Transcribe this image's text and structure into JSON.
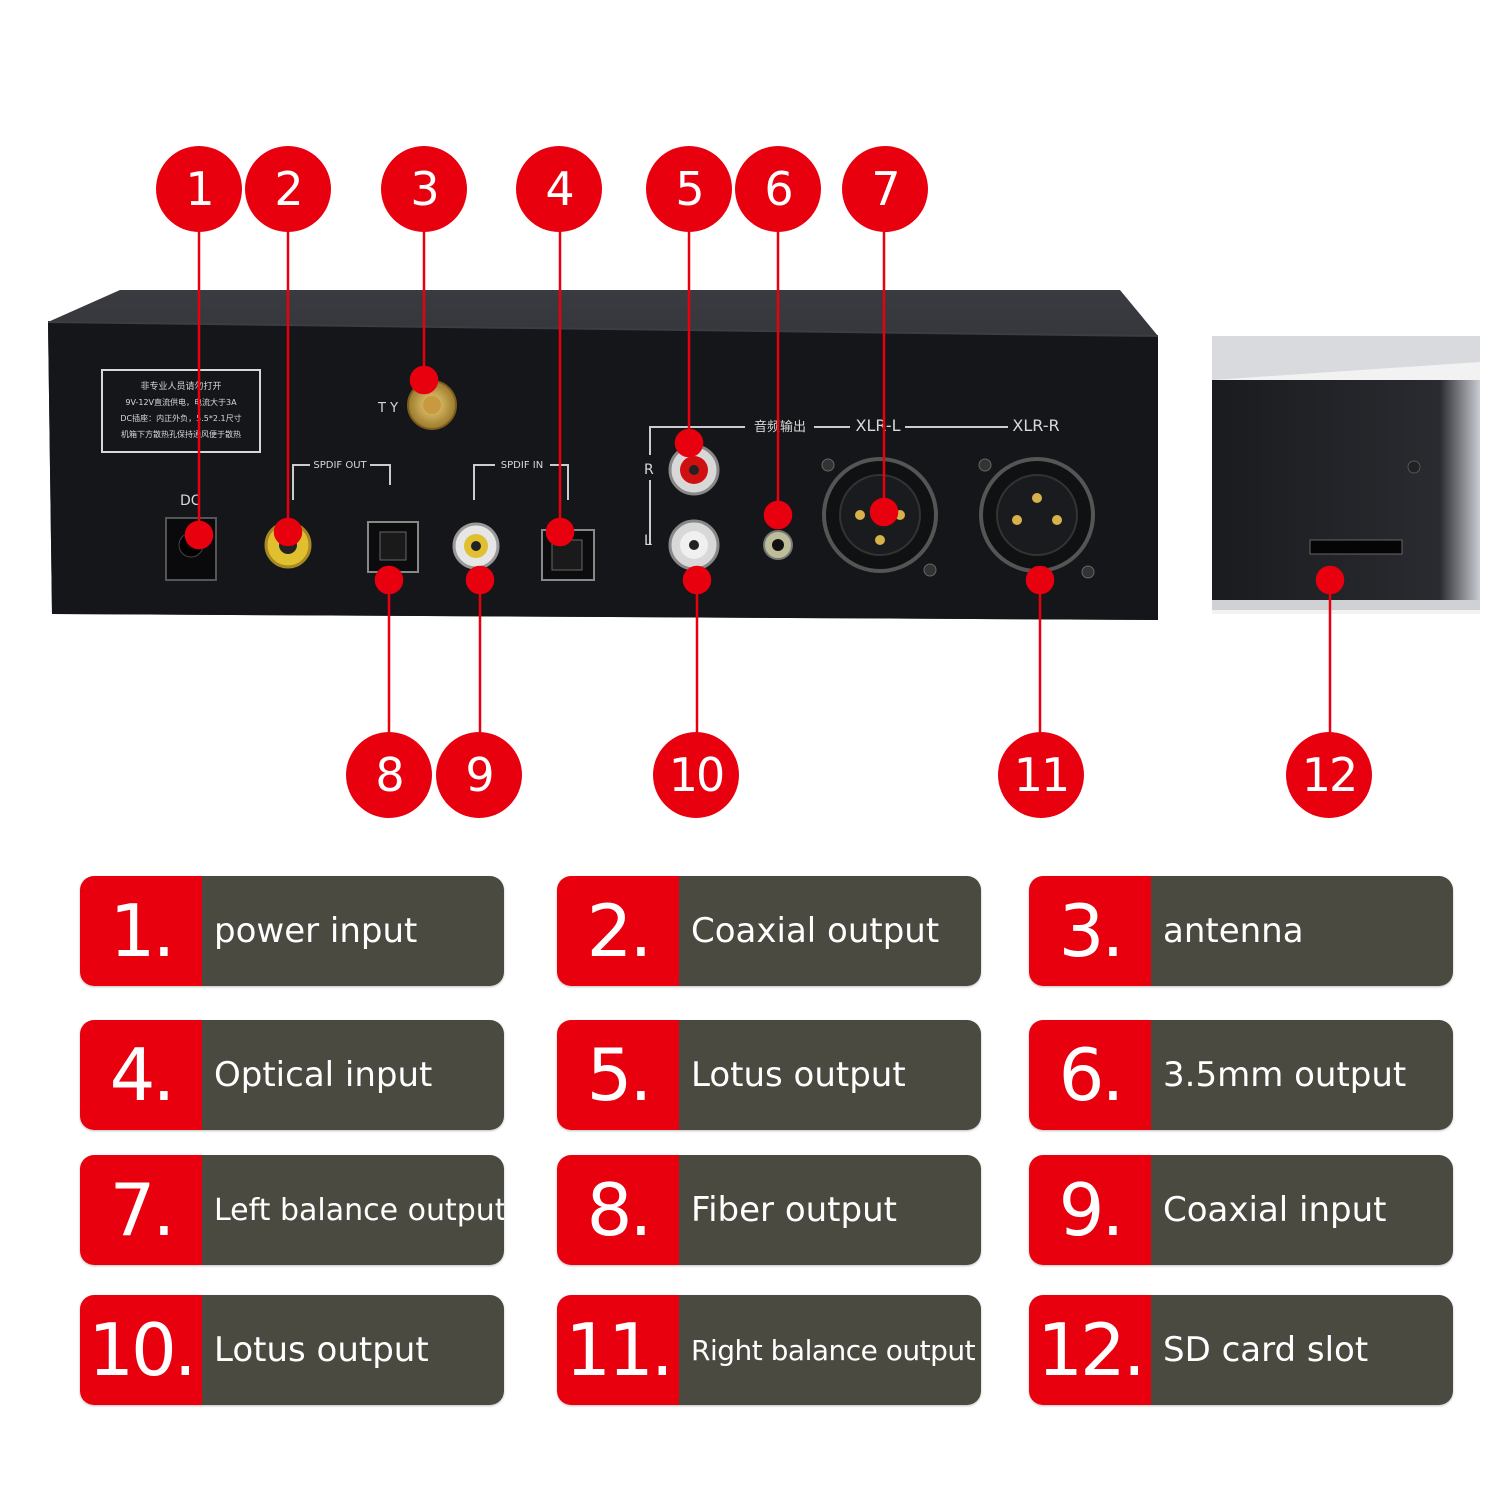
{
  "device": {
    "panel_labels": {
      "ty": "T Y",
      "dc": "DC",
      "spdif_out": "SPDIF OUT",
      "spdif_in": "SPDIF IN",
      "audio_out_cn": "音频输出",
      "xlr_l": "XLR-L",
      "xlr_r": "XLR-R",
      "r": "R",
      "l": "L"
    },
    "sticker_lines": [
      "非专业人员请勿打开",
      "9V-12V直流供电，电流大于3A",
      "DC插座：内正外负，5.5*2.1尺寸",
      "机箱下方散热孔保持通风便于散热"
    ]
  },
  "callouts_top": [
    "1",
    "2",
    "3",
    "4",
    "5",
    "6",
    "7"
  ],
  "callouts_bottom": [
    "8",
    "9",
    "10",
    "11",
    "12"
  ],
  "legend": [
    {
      "num": "1.",
      "label": "power input"
    },
    {
      "num": "2.",
      "label": "Coaxial output"
    },
    {
      "num": "3.",
      "label": "antenna"
    },
    {
      "num": "4.",
      "label": "Optical input"
    },
    {
      "num": "5.",
      "label": "Lotus output"
    },
    {
      "num": "6.",
      "label": "3.5mm output"
    },
    {
      "num": "7.",
      "label": "Left balance output"
    },
    {
      "num": "8.",
      "label": "Fiber output"
    },
    {
      "num": "9.",
      "label": "Coaxial input"
    },
    {
      "num": "10.",
      "label": "Lotus output"
    },
    {
      "num": "11.",
      "label": "Right balance output"
    },
    {
      "num": "12.",
      "label": "SD card slot"
    }
  ],
  "colors": {
    "accent": "#e8000f",
    "chip_bg": "#4a4a40",
    "chassis": "#15161a"
  }
}
